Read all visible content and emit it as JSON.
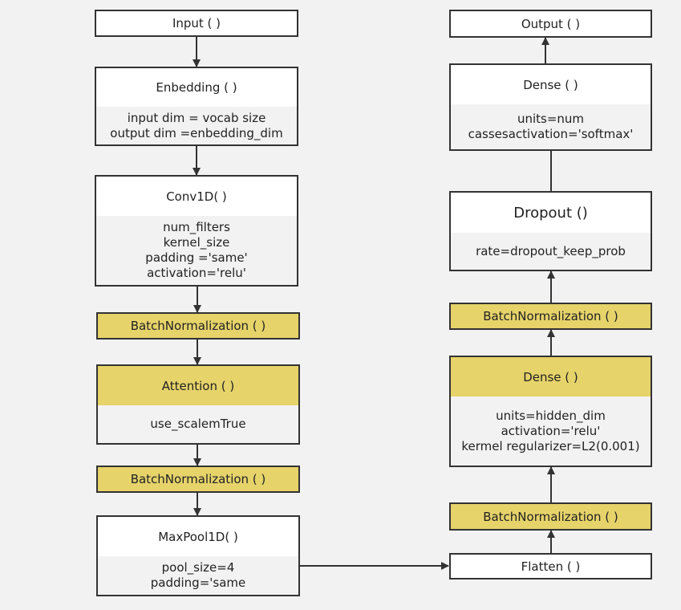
{
  "left_column": {
    "input": {
      "title": "Input ( )"
    },
    "embedding": {
      "title": "Enbedding ( )",
      "lines": [
        "input dim = vocab size",
        "output dim =enbedding_dim"
      ]
    },
    "conv1d": {
      "title": "Conv1D( )",
      "lines": [
        "num_filters",
        "kernel_size",
        "padding ='same'",
        "activation='relu'"
      ]
    },
    "batchnorm_1": {
      "title": "BatchNormalization ( )"
    },
    "attention": {
      "title": "Attention ( )",
      "lines": [
        "use_scalemTrue"
      ]
    },
    "batchnorm_2": {
      "title": "BatchNormalization ( )"
    },
    "maxpool": {
      "title": "MaxPool1D( )",
      "lines": [
        "pool_size=4",
        "padding='same"
      ]
    }
  },
  "right_column": {
    "output": {
      "title": "Output ( )"
    },
    "dense_out": {
      "title": "Dense ( )",
      "lines": [
        "units=num",
        "cassesactivation='softmax'"
      ]
    },
    "dropout": {
      "title": "Dropout ()",
      "lines": [
        "rate=dropout_keep_prob"
      ]
    },
    "batchnorm_3": {
      "title": "BatchNormalization ( )"
    },
    "dense_hidden": {
      "title": "Dense ( )",
      "lines": [
        "units=hidden_dim",
        "activation='relu'",
        "kermel regularizer=L2(0.001)"
      ]
    },
    "batchnorm_4": {
      "title": "BatchNormalization ( )"
    },
    "flatten": {
      "title": "Flatten ( )"
    }
  },
  "colors": {
    "yellow": "#e6d36a",
    "border": "#333333",
    "background": "#f2f2f2"
  }
}
